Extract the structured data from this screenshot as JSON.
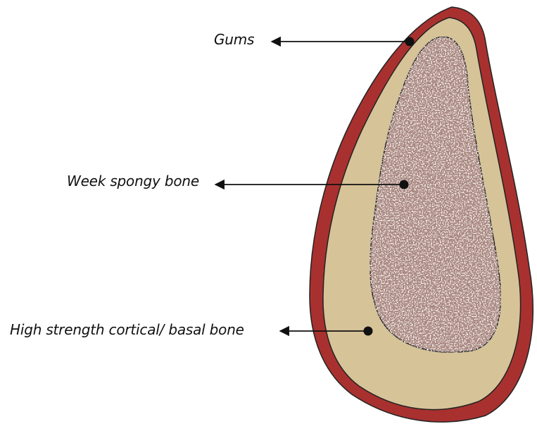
{
  "labels": {
    "gums": "Gums",
    "spongy_bone": "Week spongy bone",
    "cortical_bone": "High strength cortical/ basal bone"
  },
  "colors": {
    "gums": "#a8312f",
    "cortical_bone": "#d6c398",
    "spongy_bone": "#a88780",
    "outline": "#222222",
    "arrow": "#111111"
  }
}
